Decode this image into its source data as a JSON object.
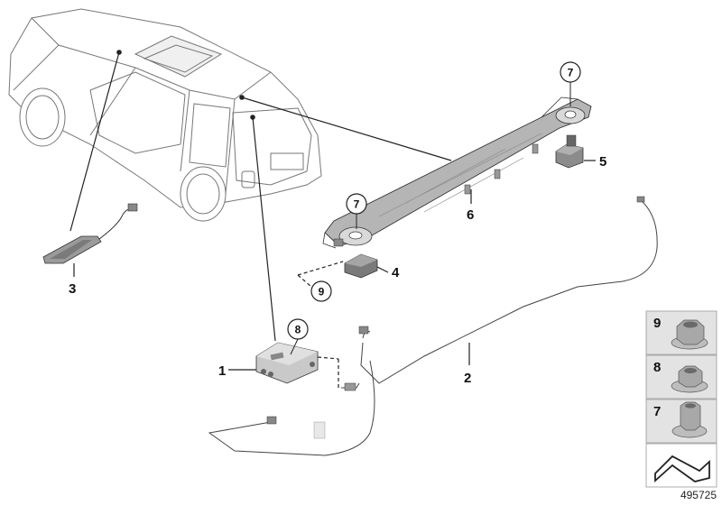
{
  "callouts": {
    "c1": "1",
    "c2": "2",
    "c3": "3",
    "c4": "4",
    "c5": "5",
    "c6": "6",
    "c7a": "7",
    "c7b": "7",
    "c8": "8",
    "c9": "9"
  },
  "side_parts": [
    {
      "label": "9",
      "icon": "hex-flange-nut-icon"
    },
    {
      "label": "8",
      "icon": "flange-nut-icon"
    },
    {
      "label": "7",
      "icon": "collar-nut-icon"
    }
  ],
  "diagram_number": "495725",
  "colors": {
    "line": "#222222",
    "part_fill": "#b5b5b5",
    "part_dark": "#6a6a6a",
    "side_panel": "#e3e3e3"
  }
}
